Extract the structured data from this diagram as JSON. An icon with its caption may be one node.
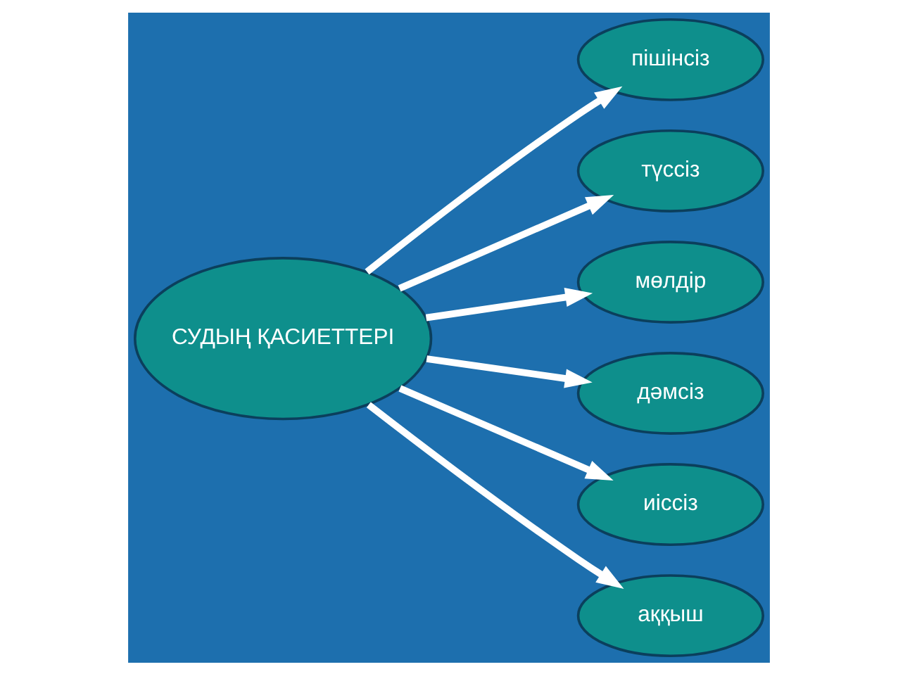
{
  "diagram": {
    "nodes": [
      {
        "text": [
          "СУДЫҢ ҚАСИЕТТЕРІ"
        ]
      },
      {
        "text": [
          "пішінсіз"
        ]
      },
      {
        "text": [
          "түссіз"
        ]
      },
      {
        "text": [
          "мөлдір"
        ]
      },
      {
        "text": [
          "дәмсіз"
        ]
      },
      {
        "text": [
          "иіссіз"
        ]
      },
      {
        "text": [
          "аққыш"
        ]
      }
    ],
    "edges": [
      {
        "from": 0,
        "to": 1,
        "arrow": "to"
      },
      {
        "from": 0,
        "to": 2,
        "arrow": "to"
      },
      {
        "from": 0,
        "to": 3,
        "arrow": "to"
      },
      {
        "from": 0,
        "to": 4,
        "arrow": "to"
      },
      {
        "from": 0,
        "to": 5,
        "arrow": "to"
      },
      {
        "from": 0,
        "to": 6,
        "arrow": "to"
      }
    ]
  }
}
